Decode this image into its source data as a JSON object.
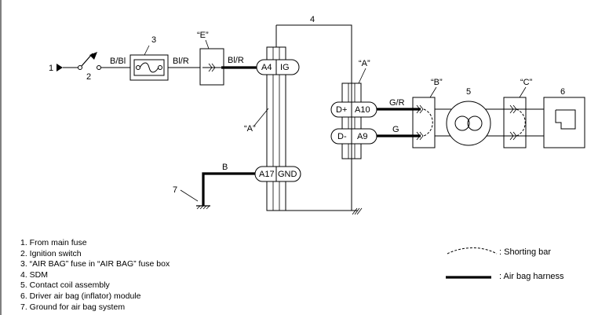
{
  "components": {
    "main_fuse_num": "1",
    "ign_switch_num": "2",
    "fuse_num": "3",
    "sdm_num": "4",
    "coil_num": "5",
    "module_num": "6",
    "ground_num": "7"
  },
  "wires": {
    "b_bl": "B/Bl",
    "bl_r_1": "Bl/R",
    "bl_r_2": "Bl/R",
    "g_r": "G/R",
    "g": "G",
    "b": "B"
  },
  "connectors": {
    "e": "“E”",
    "a_top": "“A”",
    "a_left": "“A”",
    "b": "“B”",
    "c": "“C”"
  },
  "pins": {
    "a4": "A4",
    "ig": "IG",
    "a10": "A10",
    "d_plus": "D+",
    "a9": "A9",
    "d_minus": "D-",
    "a17": "A17",
    "gnd": "GND"
  },
  "legend": [
    "1. From main fuse",
    "2. Ignition switch",
    "3. “AIR BAG” fuse in “AIR BAG” fuse box",
    "4. SDM",
    "5. Contact coil assembly",
    "6. Driver air bag (inflator) module",
    "7. Ground for air bag system"
  ],
  "key": {
    "shorting_bar": ": Shorting bar",
    "harness": ": Air bag harness"
  }
}
